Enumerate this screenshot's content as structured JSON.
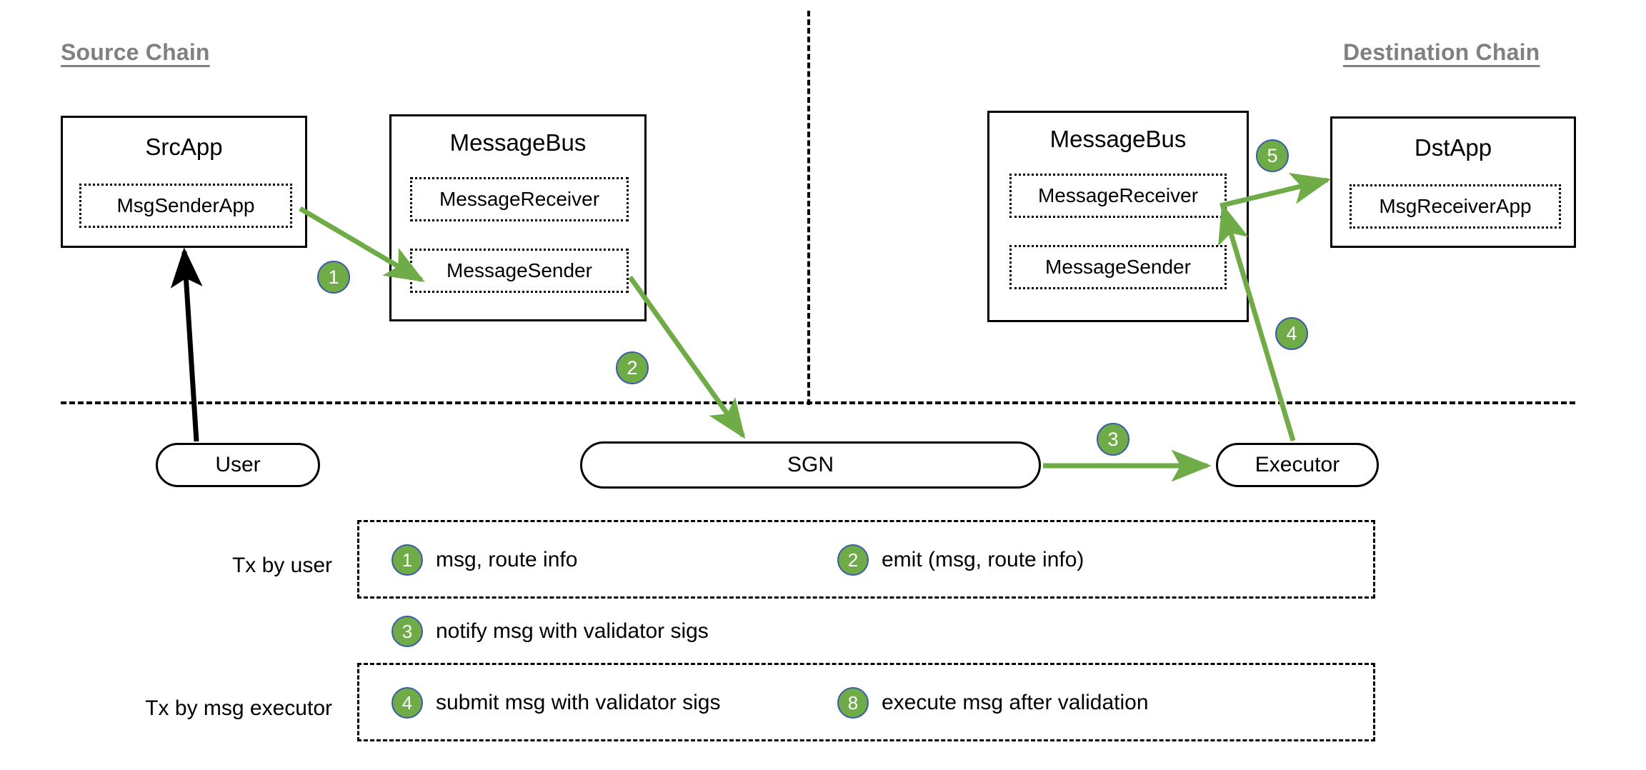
{
  "headings": {
    "source_chain": "Source Chain",
    "destination_chain": "Destination Chain"
  },
  "colors": {
    "badge_fill": "#6FAB46",
    "badge_stroke": "#3B5CA8",
    "arrow_green": "#6FAB46",
    "arrow_black": "#000000",
    "heading_gray": "#808080"
  },
  "source_chain": {
    "src_app": {
      "title": "SrcApp",
      "component": "MsgSenderApp"
    },
    "message_bus": {
      "title": "MessageBus",
      "components": [
        "MessageReceiver",
        "MessageSender"
      ]
    }
  },
  "destination_chain": {
    "message_bus": {
      "title": "MessageBus",
      "components": [
        "MessageReceiver",
        "MessageSender"
      ]
    },
    "dst_app": {
      "title": "DstApp",
      "component": "MsgReceiverApp"
    }
  },
  "actors": {
    "user": "User",
    "sgn": "SGN",
    "executor": "Executor"
  },
  "flow_badges": {
    "step1": "1",
    "step2": "2",
    "step3": "3",
    "step4": "4",
    "step5": "5"
  },
  "legend": {
    "row1_label": "Tx by user",
    "row2_label": "Tx by msg executor",
    "items": [
      {
        "num": "1",
        "text": "msg, route info"
      },
      {
        "num": "2",
        "text": "emit (msg, route info)"
      },
      {
        "num": "3",
        "text": "notify msg with validator sigs"
      },
      {
        "num": "4",
        "text": "submit msg with validator sigs"
      },
      {
        "num": "8",
        "text": "execute msg after validation"
      }
    ]
  }
}
